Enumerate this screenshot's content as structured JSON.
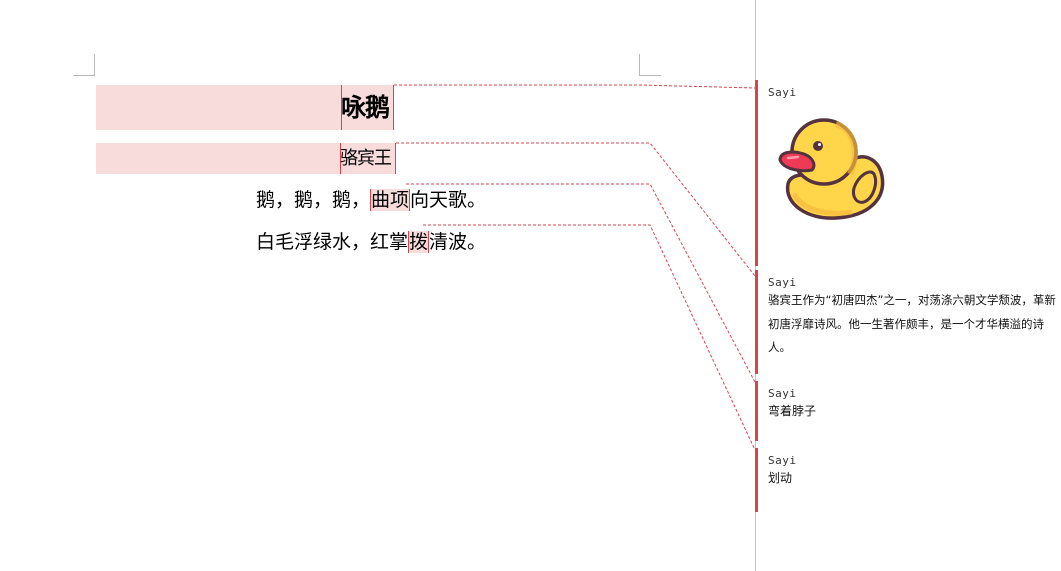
{
  "document": {
    "title": "咏鹅",
    "author": "骆宾王",
    "lines": [
      {
        "before": "鹅，鹅，鹅，",
        "highlight": "曲项",
        "after": "向天歌。"
      },
      {
        "before": "白毛浮绿水，红掌",
        "highlight": "拨",
        "after": "清波。"
      }
    ]
  },
  "comments": [
    {
      "author": "Sayi",
      "body": "",
      "attachment": "duck-image",
      "anchor": "咏鹅"
    },
    {
      "author": "Sayi",
      "body": "骆宾王作为“初唐四杰”之一，对荡涤六朝文学颓波，革新初唐浮靡诗风。他一生著作颇丰，是一个才华横溢的诗人。",
      "anchor": "骆宾王"
    },
    {
      "author": "Sayi",
      "body": "弯着脖子",
      "anchor": "曲项"
    },
    {
      "author": "Sayi",
      "body": "划动",
      "anchor": "拨"
    }
  ],
  "colors": {
    "highlight": "#f8dcdc",
    "comment_accent": "#d9434e",
    "divider": "#c4c4c4"
  }
}
